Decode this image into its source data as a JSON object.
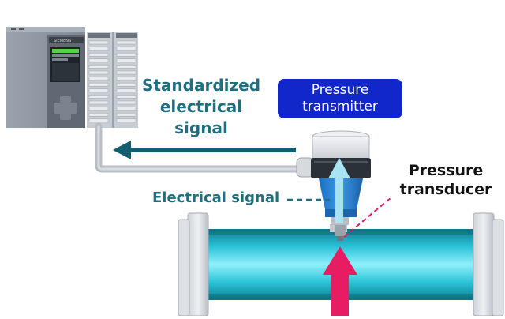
{
  "labels": {
    "standardized_signal": [
      "Standardized",
      "electrical",
      "signal"
    ],
    "pressure_transmitter": [
      "Pressure",
      "transmitter"
    ],
    "electrical_signal": "Electrical signal",
    "pressure_transducer": [
      "Pressure",
      "transducer"
    ],
    "plc_brand": "SIEMENS"
  },
  "colors": {
    "signal_text": "#1f6f80",
    "signal_arrow": "#125e6e",
    "badge_bg": "#1227c9",
    "badge_text": "#ffffff",
    "transducer_text": "#111111",
    "pressure_arrow": "#e81c63",
    "electrical_arrow": "#a9e4f4",
    "pipe_fluid": "#3fd0e4",
    "plc_body": "#8f98a3"
  },
  "icons": {
    "controller": "plc-icon",
    "transmitter": "pressure-transmitter-icon",
    "pipe": "pipe-icon"
  }
}
